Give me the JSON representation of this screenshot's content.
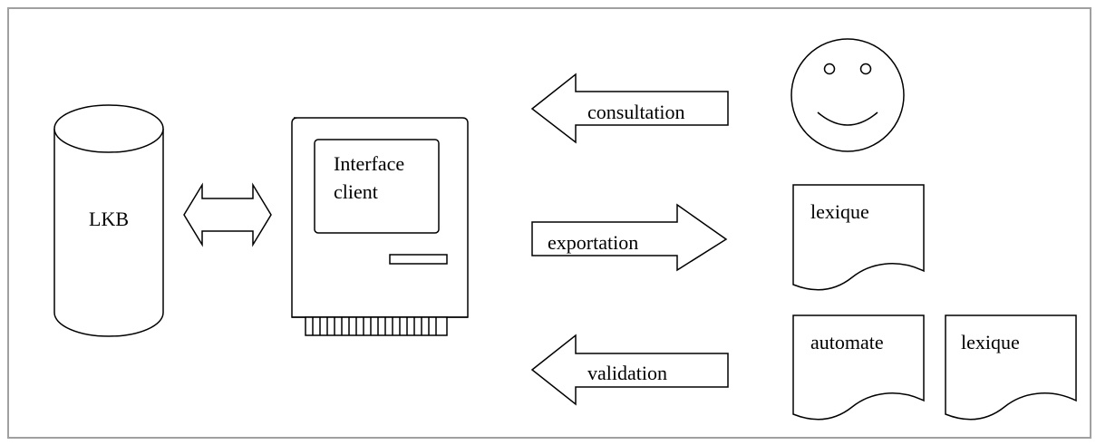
{
  "diagram": {
    "database": {
      "label": "LKB"
    },
    "computer": {
      "screen_lines": [
        "Interface",
        "client"
      ]
    },
    "arrows": {
      "consultation": "consultation",
      "exportation": "exportation",
      "validation": "validation"
    },
    "documents": {
      "export_lexicon": "lexique",
      "validation_automaton": "automate",
      "validation_lexicon": "lexique"
    },
    "user": {
      "icon": "smiley-face-icon"
    }
  }
}
